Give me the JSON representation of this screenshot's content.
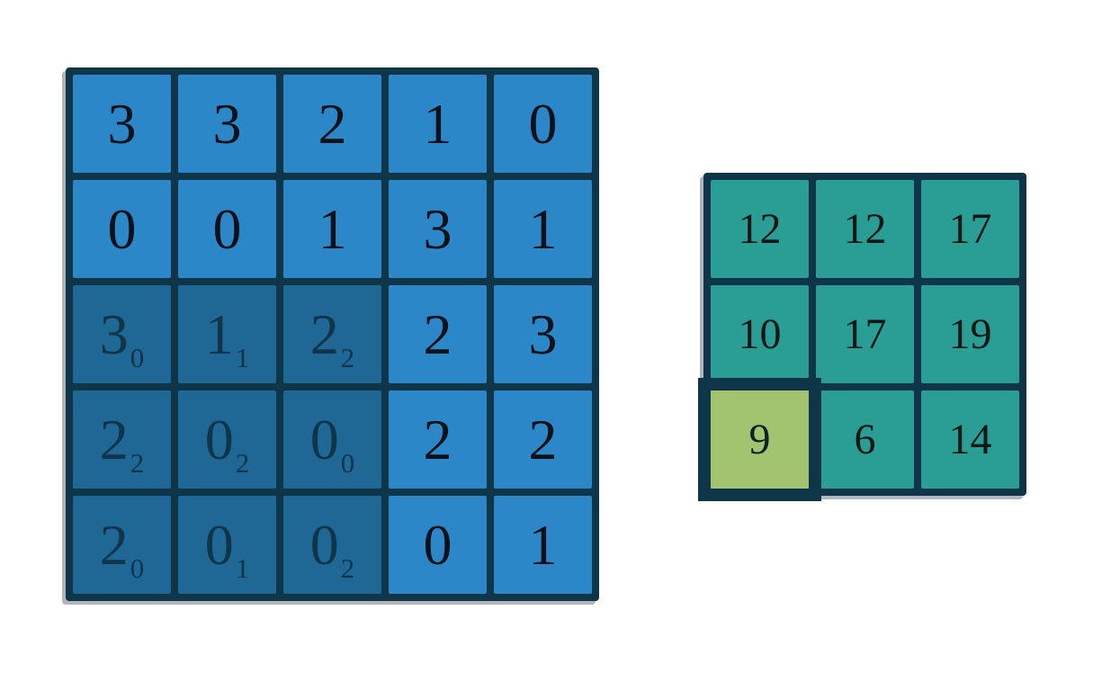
{
  "colors": {
    "background": "#ffffff",
    "grid_line": "#0f3549",
    "shadow": "rgba(100,108,118,0.5)",
    "input_cell": "#2b87c8",
    "input_cell_shaded": "#1f6795",
    "output_cell": "#2a9d94",
    "highlight_cell": "#a2c36f",
    "input_text": "#0a1119",
    "shaded_text": "#103449",
    "output_text": "#0c1614",
    "highlight_text": "#0f2027"
  },
  "input_grid": {
    "cells": [
      [
        {
          "v": "3",
          "shaded": false
        },
        {
          "v": "3",
          "shaded": false
        },
        {
          "v": "2",
          "shaded": false
        },
        {
          "v": "1",
          "shaded": false
        },
        {
          "v": "0",
          "shaded": false
        }
      ],
      [
        {
          "v": "0",
          "shaded": false
        },
        {
          "v": "0",
          "shaded": false
        },
        {
          "v": "1",
          "shaded": false
        },
        {
          "v": "3",
          "shaded": false
        },
        {
          "v": "1",
          "shaded": false
        }
      ],
      [
        {
          "v": "3",
          "sub": "0",
          "shaded": true
        },
        {
          "v": "1",
          "sub": "1",
          "shaded": true
        },
        {
          "v": "2",
          "sub": "2",
          "shaded": true
        },
        {
          "v": "2",
          "shaded": false
        },
        {
          "v": "3",
          "shaded": false
        }
      ],
      [
        {
          "v": "2",
          "sub": "2",
          "shaded": true
        },
        {
          "v": "0",
          "sub": "2",
          "shaded": true
        },
        {
          "v": "0",
          "sub": "0",
          "shaded": true
        },
        {
          "v": "2",
          "shaded": false
        },
        {
          "v": "2",
          "shaded": false
        }
      ],
      [
        {
          "v": "2",
          "sub": "0",
          "shaded": true
        },
        {
          "v": "0",
          "sub": "1",
          "shaded": true
        },
        {
          "v": "0",
          "sub": "2",
          "shaded": true
        },
        {
          "v": "0",
          "shaded": false
        },
        {
          "v": "1",
          "shaded": false
        }
      ]
    ]
  },
  "output_grid": {
    "cells": [
      [
        {
          "v": "12",
          "highlight": false
        },
        {
          "v": "12",
          "highlight": false
        },
        {
          "v": "17",
          "highlight": false
        }
      ],
      [
        {
          "v": "10",
          "highlight": false
        },
        {
          "v": "17",
          "highlight": false
        },
        {
          "v": "19",
          "highlight": false
        }
      ],
      [
        {
          "v": "9",
          "highlight": true
        },
        {
          "v": "6",
          "highlight": false
        },
        {
          "v": "14",
          "highlight": false
        }
      ]
    ]
  }
}
